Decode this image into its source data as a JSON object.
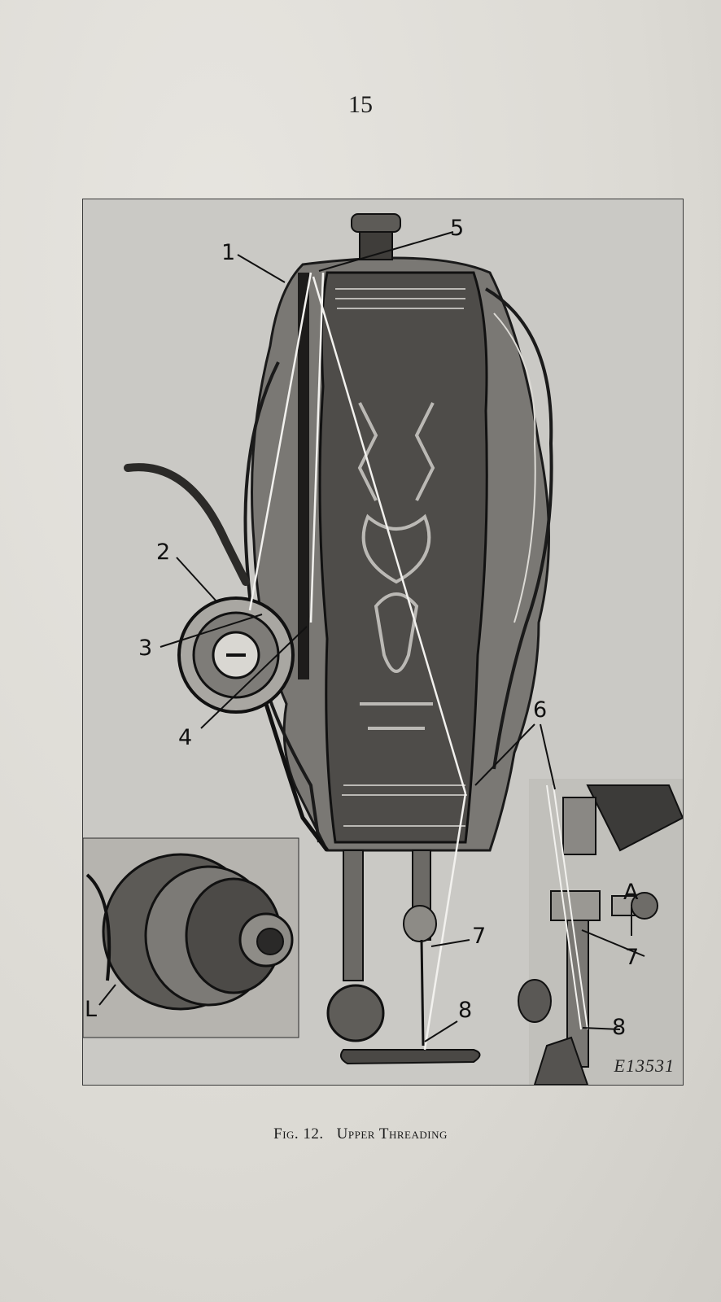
{
  "page": {
    "number": "15"
  },
  "figure": {
    "id_label": "E13531",
    "caption_prefix": "Fig. 12.",
    "caption_title": "Upper Threading",
    "callouts": {
      "c1": "1",
      "c2": "2",
      "c3": "3",
      "c4": "4",
      "c5": "5",
      "c6": "6",
      "c7_main": "7",
      "c8_main": "8",
      "c7_inset": "7",
      "c8_inset": "8",
      "cA": "A",
      "cL": "L"
    },
    "illustration": "sewing-machine-head-engraving"
  }
}
